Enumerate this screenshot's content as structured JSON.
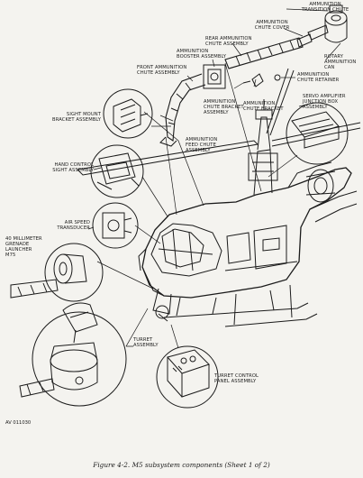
{
  "labels": {
    "ammunition_transition_chute": "AMMUNITION\nTRANSITION CHUTE",
    "ammunition_chute_cover": "AMMUNITION\nCHUTE COVER",
    "rear_ammunition_chute_assembly": "REAR AMMUNITION\nCHUTE ASSEMBLY",
    "ammunition_booster_assembly": "AMMUNITION\nBOOSTER ASSEMBLY",
    "front_ammunition_chute_assembly": "FRONT AMMUNITION\nCHUTE ASSEMBLY",
    "rotary_ammunition_can": "ROTARY\nAMMUNITION\nCAN",
    "ammunition_chute_retainer": "AMMUNITION\nCHUTE RETAINER",
    "ammunition_chute_bracket_assembly": "AMMUNITION\nCHUTE BRACKET\nASSEMBLY",
    "ammunition_chute_bracket": "AMMUNITION\nCHUTE BRACKET",
    "servo_amplifier_junction_box_assembly": "SERVO AMPLIFIER\nJUNCTION BOX\nASSEMBLY",
    "sight_mount_bracket_assembly": "SIGHT MOUNT\nBRACKET ASSEMBLY",
    "ammunition_feed_chute_assembly": "AMMUNITION\nFEED CHUTE\nASSEMBLY",
    "hand_control_sight_assembly": "HAND CONTROL\nSIGHT ASSEMBLY",
    "air_speed_transducer": "AIR SPEED\nTRANSDUCER",
    "grenade_launcher": "40 MILLIMETER\nGRENADE\nLAUNCHER\nM75",
    "turret_assembly": "TURRET\nASSEMBLY",
    "turret_control_panel_assembly": "TURRET CONTROL\nPANEL ASSEMBLY"
  },
  "drawing_code": "AV 011030",
  "caption": "Figure 4-2.  M5 subsystem components (Sheet 1 of 2)"
}
